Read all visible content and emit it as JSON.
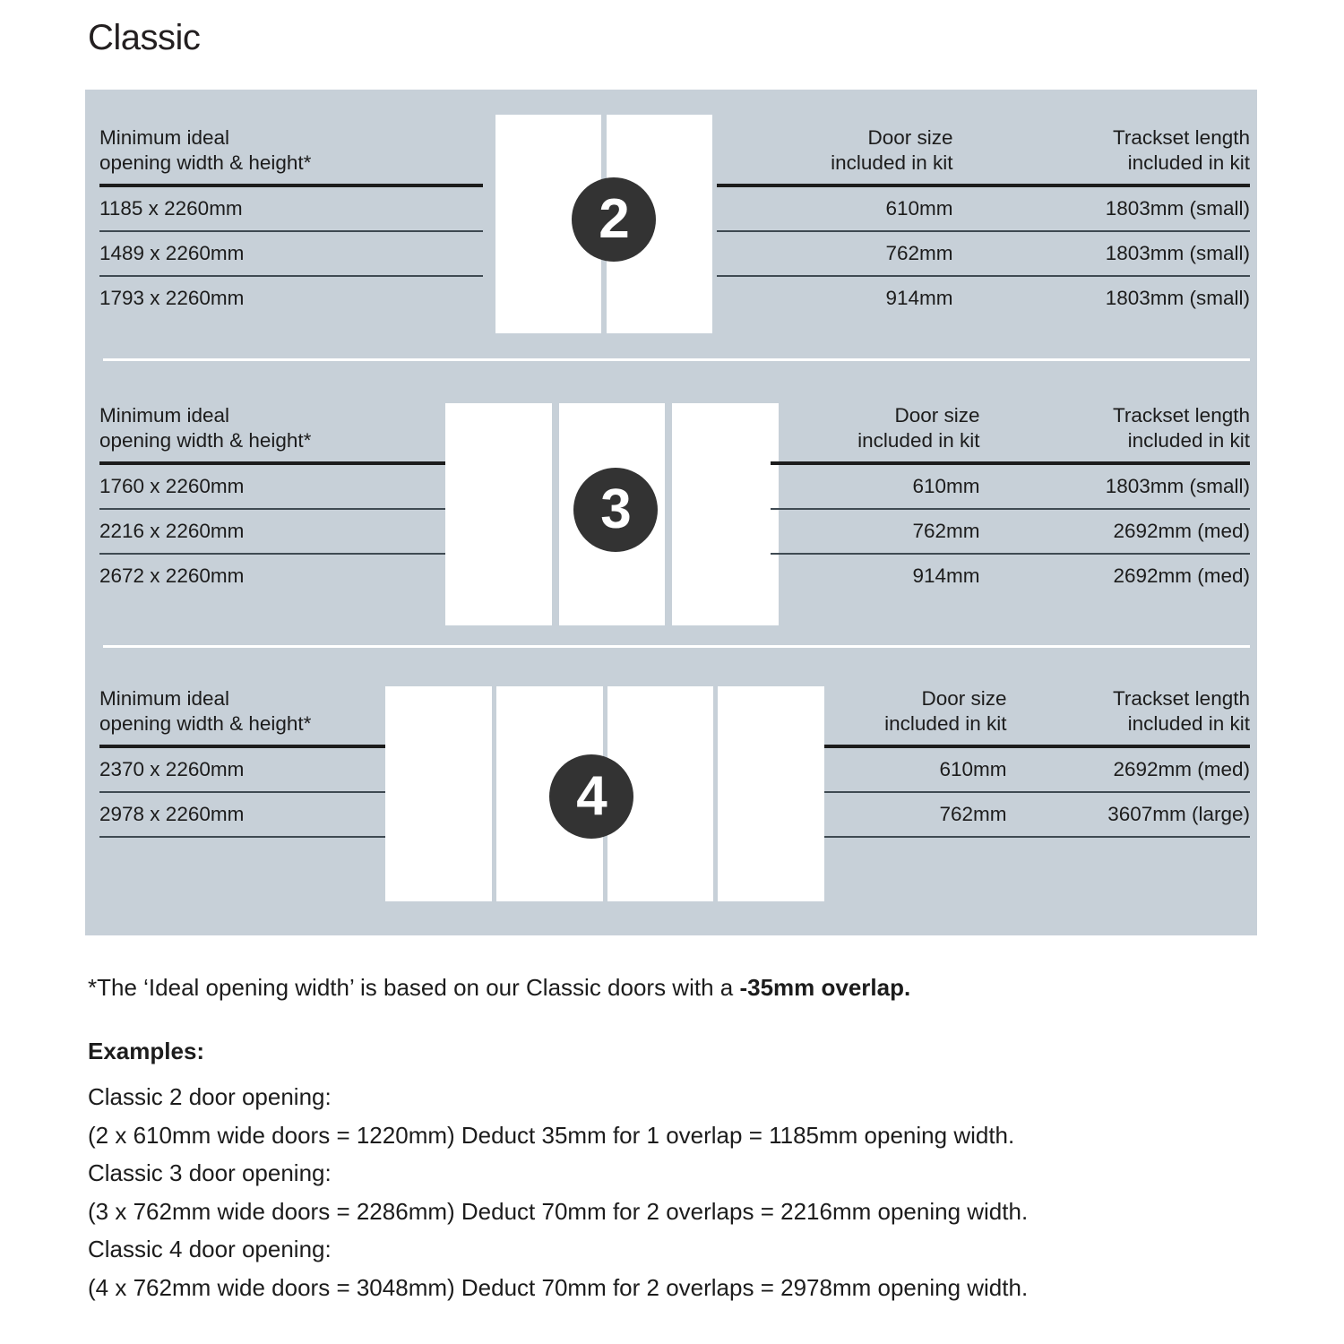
{
  "page_title": "Classic",
  "colors": {
    "card_background": "#c7d0d8",
    "badge_fill": "#333333",
    "door_fill": "#ffffff",
    "text": "#1c1c1c",
    "rule_thick": "#1c1c1c",
    "rule_thin": "#3f4a52"
  },
  "sections": [
    {
      "door_count": "2",
      "badge_label": "2",
      "door_panels": 2,
      "left_table": {
        "header": "Minimum ideal\nopening width & height*",
        "rows": [
          "1185 x 2260mm",
          "1489 x 2260mm",
          "1793 x 2260mm"
        ]
      },
      "right_table": {
        "header_door_size": "Door size\nincluded in kit",
        "header_trackset": "Trackset length\nincluded in kit",
        "rows": [
          {
            "door_size": "610mm",
            "trackset": "1803mm (small)"
          },
          {
            "door_size": "762mm",
            "trackset": "1803mm (small)"
          },
          {
            "door_size": "914mm",
            "trackset": "1803mm (small)"
          }
        ]
      }
    },
    {
      "door_count": "3",
      "badge_label": "3",
      "door_panels": 3,
      "left_table": {
        "header": "Minimum ideal\nopening width & height*",
        "rows": [
          "1760 x 2260mm",
          "2216 x 2260mm",
          "2672 x 2260mm"
        ]
      },
      "right_table": {
        "header_door_size": "Door size\nincluded in kit",
        "header_trackset": "Trackset length\nincluded in kit",
        "rows": [
          {
            "door_size": "610mm",
            "trackset": "1803mm (small)"
          },
          {
            "door_size": "762mm",
            "trackset": "2692mm (med)"
          },
          {
            "door_size": "914mm",
            "trackset": "2692mm (med)"
          }
        ]
      }
    },
    {
      "door_count": "4",
      "badge_label": "4",
      "door_panels": 4,
      "left_table": {
        "header": "Minimum ideal\nopening width & height*",
        "rows": [
          "2370 x 2260mm",
          "2978 x 2260mm"
        ]
      },
      "right_table": {
        "header_door_size": "Door size\nincluded in kit",
        "header_trackset": "Trackset length\nincluded in kit",
        "rows": [
          {
            "door_size": "610mm",
            "trackset": "2692mm (med)"
          },
          {
            "door_size": "762mm",
            "trackset": "3607mm (large)"
          }
        ]
      }
    }
  ],
  "footnote": {
    "normal": "*The ‘Ideal opening width’ is based on our Classic doors with a ",
    "bold": "-35mm overlap."
  },
  "examples": {
    "heading": "Examples:",
    "lines": [
      "Classic 2 door opening:",
      "(2 x 610mm wide doors = 1220mm)  Deduct 35mm for 1 overlap = 1185mm opening width.",
      "Classic 3 door opening:",
      "(3 x 762mm wide doors = 2286mm)  Deduct 70mm for 2 overlaps = 2216mm opening width.",
      "Classic 4 door opening:",
      "(4 x 762mm wide doors = 3048mm)  Deduct 70mm for 2 overlaps = 2978mm opening width."
    ]
  }
}
